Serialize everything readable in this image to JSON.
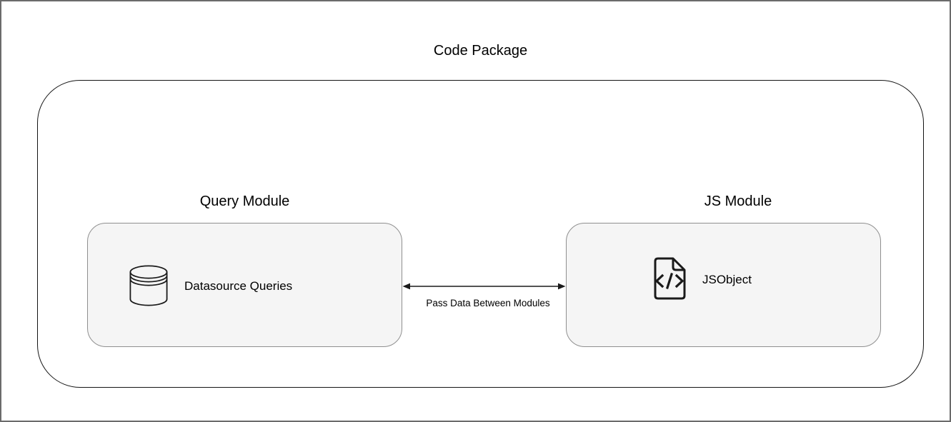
{
  "diagram": {
    "title": "Code Package",
    "package": {
      "modules": [
        {
          "label": "Query Module",
          "icon": "database-icon",
          "item": "Datasource Queries"
        },
        {
          "label": "JS Module",
          "icon": "code-file-icon",
          "item": "JSObject"
        }
      ],
      "connector": {
        "type": "bidirectional-arrow",
        "label": "Pass Data Between Modules"
      }
    }
  },
  "colors": {
    "module_fill": "#F5F5F5",
    "module_border": "#8F8F8F",
    "package_border": "#141414",
    "frame_border": "#6B6B6B",
    "arrow": "#1A1A1A",
    "text": "#000000"
  }
}
